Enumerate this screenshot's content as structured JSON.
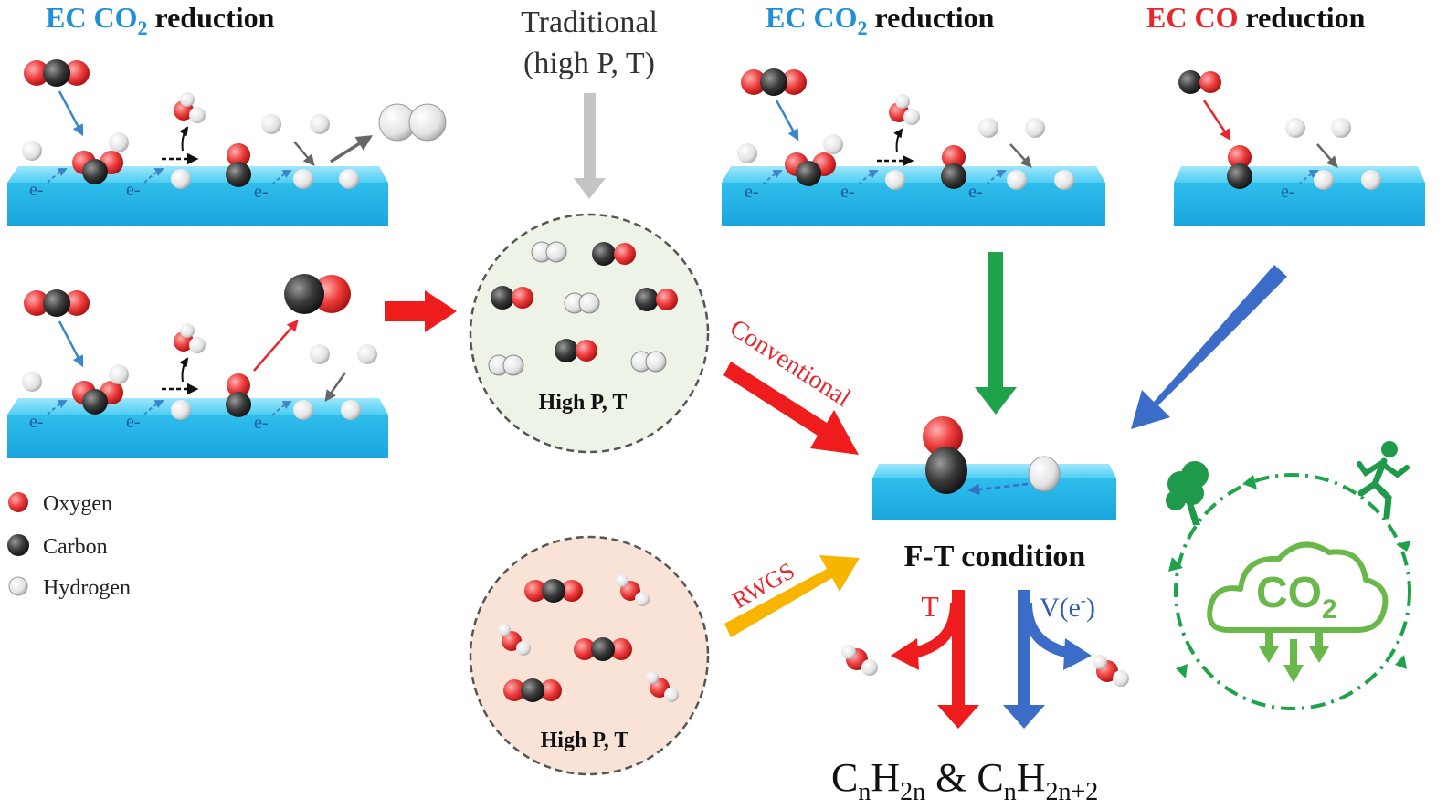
{
  "titles": {
    "ec_co2_left": {
      "prefix": "EC ",
      "co2": "CO",
      "sub": "2",
      "suffix": " reduction"
    },
    "traditional_line1": "Traditional",
    "traditional_line2": "(high P, T)",
    "ec_co2_mid": {
      "prefix": "EC ",
      "co2": "CO",
      "sub": "2",
      "suffix": " reduction"
    },
    "ec_co_right": {
      "prefix": "EC CO",
      "suffix": " reduction"
    }
  },
  "electron_label": "e-",
  "reactor_labels": {
    "top": "High P, T",
    "bottom": "High P, T"
  },
  "arrow_labels": {
    "conventional": "Conventional",
    "rwgs": "RWGS",
    "temperature": "T",
    "voltage_prefix": "V(e",
    "voltage_sup": "-",
    "voltage_suffix": ")"
  },
  "center_label": "F-T condition",
  "product": {
    "c1": "C",
    "n1": "n",
    "h1": "H",
    "s1": "2n",
    "amp": " & ",
    "c2": "C",
    "n2": "n",
    "h2": "H",
    "s2": "2n+2"
  },
  "legend": [
    {
      "label": "Oxygen",
      "color": "#e8383d"
    },
    {
      "label": "Carbon",
      "color": "#3a3a3a"
    },
    {
      "label": "Hydrogen",
      "color": "#e6e6e6"
    }
  ],
  "cycle_label": {
    "main": "CO",
    "sub": "2"
  },
  "colors": {
    "oxygen": "#e8383d",
    "carbon": "#3a3a3a",
    "hydrogen": "#e6e6e6",
    "surface": "#36c3ee",
    "title_blue": "#1e90d8",
    "title_red": "#e8262b",
    "green": "#16a34a",
    "blue_arrow": "#3b6cc8",
    "red_arrow": "#ee1c1c",
    "yellow_arrow": "#f7b500"
  }
}
